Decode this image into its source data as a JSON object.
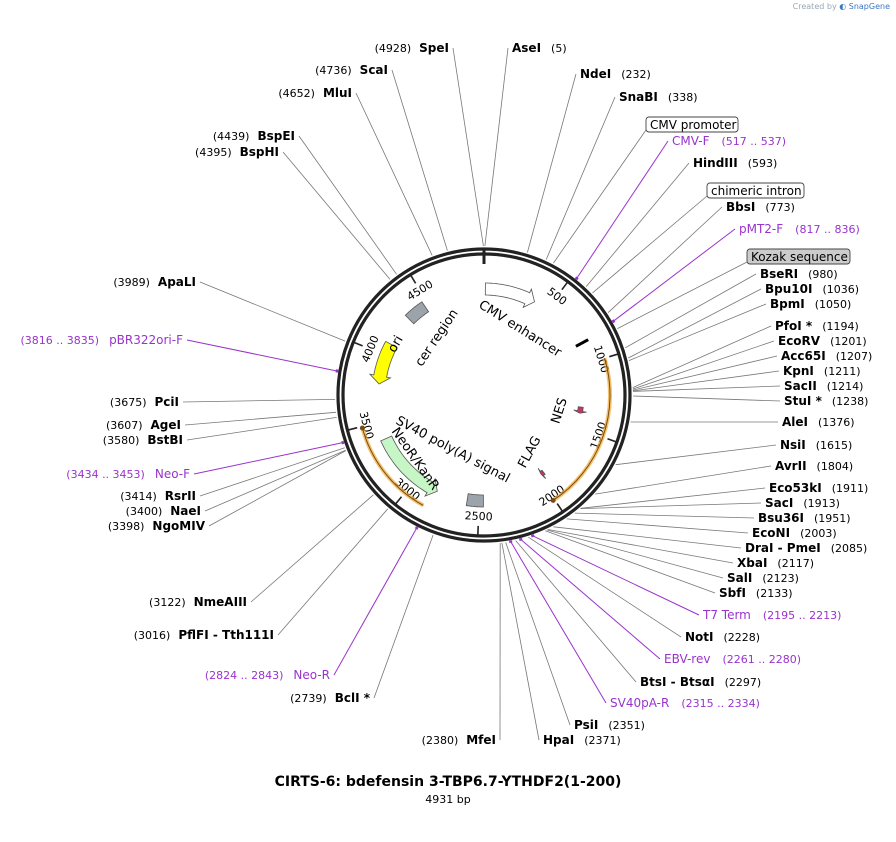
{
  "credit": {
    "prefix": "Created by",
    "brand": "SnapGene"
  },
  "plasmid": {
    "name": "CIRTS-6: bdefensin 3-TBP6.7-YTHDF2(1-200)",
    "size_label": "4931 bp",
    "length": 4931
  },
  "scale_ticks": [
    "500",
    "1000",
    "1500",
    "2000",
    "2500",
    "3000",
    "3500",
    "4000",
    "4500"
  ],
  "enzymes": [
    {
      "name": "SpeI",
      "pos": "(4928)",
      "bp": 4928,
      "side": "R"
    },
    {
      "name": "AseI",
      "pos": "(5)",
      "bp": 5,
      "side": "L"
    },
    {
      "name": "ScaI",
      "pos": "(4736)",
      "bp": 4736,
      "side": "R"
    },
    {
      "name": "NdeI",
      "pos": "(232)",
      "bp": 232,
      "side": "L"
    },
    {
      "name": "MluI",
      "pos": "(4652)",
      "bp": 4652,
      "side": "R"
    },
    {
      "name": "SnaBI",
      "pos": "(338)",
      "bp": 338,
      "side": "L"
    },
    {
      "name": "BspEI",
      "pos": "(4439)",
      "bp": 4439,
      "side": "R"
    },
    {
      "name": "BspHI",
      "pos": "(4395)",
      "bp": 4395,
      "side": "R"
    },
    {
      "name": "HindIII",
      "pos": "(593)",
      "bp": 593,
      "side": "L"
    },
    {
      "name": "BbsI",
      "pos": "(773)",
      "bp": 773,
      "side": "L"
    },
    {
      "name": "ApaLI",
      "pos": "(3989)",
      "bp": 3989,
      "side": "R"
    },
    {
      "name": "BseRI",
      "pos": "(980)",
      "bp": 980,
      "side": "L"
    },
    {
      "name": "Bpu10I",
      "pos": "(1036)",
      "bp": 1036,
      "side": "L"
    },
    {
      "name": "BpmI",
      "pos": "(1050)",
      "bp": 1050,
      "side": "L"
    },
    {
      "name": "PfoI *",
      "pos": "(1194)",
      "bp": 1194,
      "side": "L"
    },
    {
      "name": "EcoRV",
      "pos": "(1201)",
      "bp": 1201,
      "side": "L"
    },
    {
      "name": "Acc65I",
      "pos": "(1207)",
      "bp": 1207,
      "side": "L"
    },
    {
      "name": "KpnI",
      "pos": "(1211)",
      "bp": 1211,
      "side": "L"
    },
    {
      "name": "SacII",
      "pos": "(1214)",
      "bp": 1214,
      "side": "L"
    },
    {
      "name": "StuI *",
      "pos": "(1238)",
      "bp": 1238,
      "side": "L"
    },
    {
      "name": "PciI",
      "pos": "(3675)",
      "bp": 3675,
      "side": "R"
    },
    {
      "name": "AleI",
      "pos": "(1376)",
      "bp": 1376,
      "side": "L"
    },
    {
      "name": "AgeI",
      "pos": "(3607)",
      "bp": 3607,
      "side": "R"
    },
    {
      "name": "BstBI",
      "pos": "(3580)",
      "bp": 3580,
      "side": "R"
    },
    {
      "name": "NsiI",
      "pos": "(1615)",
      "bp": 1615,
      "side": "L"
    },
    {
      "name": "AvrII",
      "pos": "(1804)",
      "bp": 1804,
      "side": "L"
    },
    {
      "name": "Eco53kI",
      "pos": "(1911)",
      "bp": 1911,
      "side": "L"
    },
    {
      "name": "RsrII",
      "pos": "(3414)",
      "bp": 3414,
      "side": "R"
    },
    {
      "name": "SacI",
      "pos": "(1913)",
      "bp": 1913,
      "side": "L"
    },
    {
      "name": "NaeI",
      "pos": "(3400)",
      "bp": 3400,
      "side": "R"
    },
    {
      "name": "Bsu36I",
      "pos": "(1951)",
      "bp": 1951,
      "side": "L"
    },
    {
      "name": "NgoMIV",
      "pos": "(3398)",
      "bp": 3398,
      "side": "R"
    },
    {
      "name": "EcoNI",
      "pos": "(2003)",
      "bp": 2003,
      "side": "L"
    },
    {
      "name": "DraI  -  PmeI",
      "pos": "(2085)",
      "bp": 2085,
      "side": "L"
    },
    {
      "name": "XbaI",
      "pos": "(2117)",
      "bp": 2117,
      "side": "L"
    },
    {
      "name": "SalI",
      "pos": "(2123)",
      "bp": 2123,
      "side": "L"
    },
    {
      "name": "SbfI",
      "pos": "(2133)",
      "bp": 2133,
      "side": "L"
    },
    {
      "name": "NmeAIII",
      "pos": "(3122)",
      "bp": 3122,
      "side": "R"
    },
    {
      "name": "NotI",
      "pos": "(2228)",
      "bp": 2228,
      "side": "L"
    },
    {
      "name": "PflFI  -  Tth111I",
      "pos": "(3016)",
      "bp": 3016,
      "side": "R"
    },
    {
      "name": "BtsI  -  BtsαI",
      "pos": "(2297)",
      "bp": 2297,
      "side": "L"
    },
    {
      "name": "BclI *",
      "pos": "(2739)",
      "bp": 2739,
      "side": "R"
    },
    {
      "name": "PsiI",
      "pos": "(2351)",
      "bp": 2351,
      "side": "L"
    },
    {
      "name": "MfeI",
      "pos": "(2380)",
      "bp": 2380,
      "side": "R"
    },
    {
      "name": "HpaI",
      "pos": "(2371)",
      "bp": 2371,
      "side": "L"
    }
  ],
  "primers": [
    {
      "name": "CMV-F",
      "pos": "(517 .. 537)",
      "bp": 527,
      "side": "L"
    },
    {
      "name": "pMT2-F",
      "pos": "(817 .. 836)",
      "bp": 826,
      "side": "L"
    },
    {
      "name": "pBR322ori-F",
      "pos": "(3816 .. 3835)",
      "bp": 3825,
      "side": "R"
    },
    {
      "name": "Neo-F",
      "pos": "(3434 .. 3453)",
      "bp": 3443,
      "side": "R"
    },
    {
      "name": "T7 Term",
      "pos": "(2195 .. 2213)",
      "bp": 2204,
      "side": "L"
    },
    {
      "name": "EBV-rev",
      "pos": "(2261 .. 2280)",
      "bp": 2270,
      "side": "L"
    },
    {
      "name": "SV40pA-R",
      "pos": "(2315 .. 2334)",
      "bp": 2324,
      "side": "L"
    },
    {
      "name": "Neo-R",
      "pos": "(2824 .. 2843)",
      "bp": 2833,
      "side": "R"
    }
  ],
  "boxed_labels": [
    {
      "name": "CMV promoter",
      "style": "white"
    },
    {
      "name": "chimeric intron",
      "style": "white"
    },
    {
      "name": "Kozak sequence",
      "style": "gray"
    }
  ],
  "features": [
    {
      "name": "CMV enhancer",
      "start": 10,
      "end": 390,
      "color": "#ffffff",
      "dir": 1
    },
    {
      "name": "NES",
      "start": 1330,
      "end": 1380,
      "color": "#cc3366",
      "dir": 1
    },
    {
      "name": "FLAG",
      "start": 1950,
      "end": 1975,
      "color": "#cc3366",
      "dir": 1
    },
    {
      "name": "SV40 poly(A) signal",
      "start": 2470,
      "end": 2590,
      "color": "#9ca3ab",
      "dir": 0
    },
    {
      "name": "NeoR/KanR",
      "start": 3370,
      "end": 2820,
      "color": "#c6f5c6",
      "dir": -1
    },
    {
      "name": "ori",
      "start": 4090,
      "end": 3780,
      "color": "#ffff00",
      "dir": -1
    },
    {
      "name": "cer region",
      "start": 4320,
      "end": 4470,
      "color": "#9ca3ab",
      "dir": 0
    }
  ],
  "orf_arcs": [
    {
      "start": 1000,
      "end": 2010
    },
    {
      "start": 2860,
      "end": 3490
    }
  ],
  "colors": {
    "primer": "#9933cc",
    "orf": "#f0a830",
    "backbone": "#222222"
  }
}
